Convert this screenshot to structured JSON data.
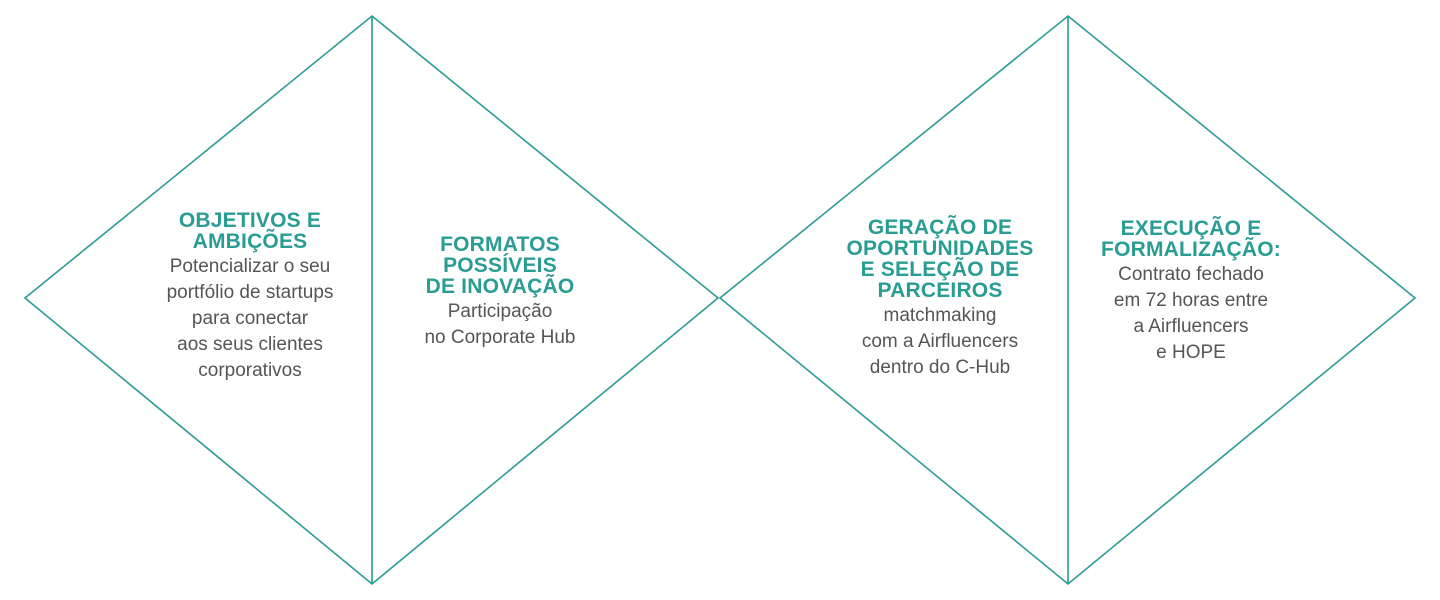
{
  "colors": {
    "accent": "#2a9d93",
    "line": "#2a9d93",
    "text": "#555555",
    "background": "#ffffff"
  },
  "steps": [
    {
      "title": "OBJETIVOS E\nAMBIÇÕES",
      "text": "Potencializar o seu\nportfólio de startups\npara conectar\naos seus clientes\ncorporativos"
    },
    {
      "title": "FORMATOS\nPOSSÍVEIS\nDE INOVAÇÃO",
      "text": "Participação\nno Corporate  Hub"
    },
    {
      "title": "GERAÇÃO DE\nOPORTUNIDADES\nE SELEÇÃO DE\nPARCEIROS",
      "text": "matchmaking\ncom a Airfluencers\ndentro do C-Hub"
    },
    {
      "title": "EXECUÇÃO E\nFORMALIZAÇÃO:",
      "text": "Contrato fechado\nem 72 horas entre\na Airfluencers\ne HOPE"
    }
  ]
}
